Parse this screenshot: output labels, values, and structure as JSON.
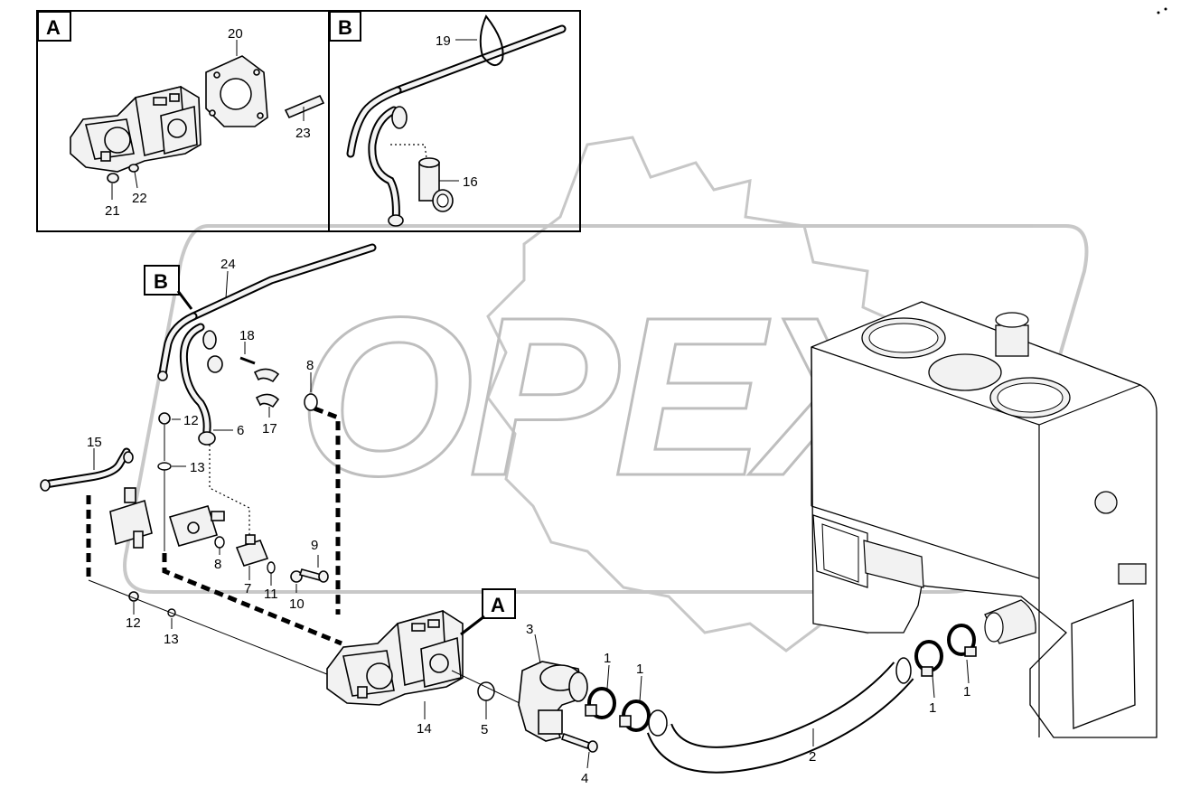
{
  "watermark": {
    "text": "OPEX"
  },
  "detail_boxes": [
    {
      "label": "A"
    },
    {
      "label": "B"
    }
  ],
  "main_refs": {
    "a": "A",
    "b": "B"
  },
  "callouts": {
    "c20": "20",
    "c21": "21",
    "c22": "22",
    "c23": "23",
    "c19": "19",
    "c16": "16",
    "c24": "24",
    "c18": "18",
    "c8a": "8",
    "c17": "17",
    "c6": "6",
    "c12a": "12",
    "c13a": "13",
    "c15": "15",
    "c8b": "8",
    "c7": "7",
    "c11": "11",
    "c10": "10",
    "c9": "9",
    "c12b": "12",
    "c13b": "13",
    "c14": "14",
    "c5": "5",
    "c3": "3",
    "c4": "4",
    "c1a": "1",
    "c1b": "1",
    "c2": "2",
    "c1c": "1",
    "c1d": "1"
  },
  "colors": {
    "ink": "#000000",
    "part_fill": "#f2f2f2",
    "watermark": "#9a9a9a"
  }
}
